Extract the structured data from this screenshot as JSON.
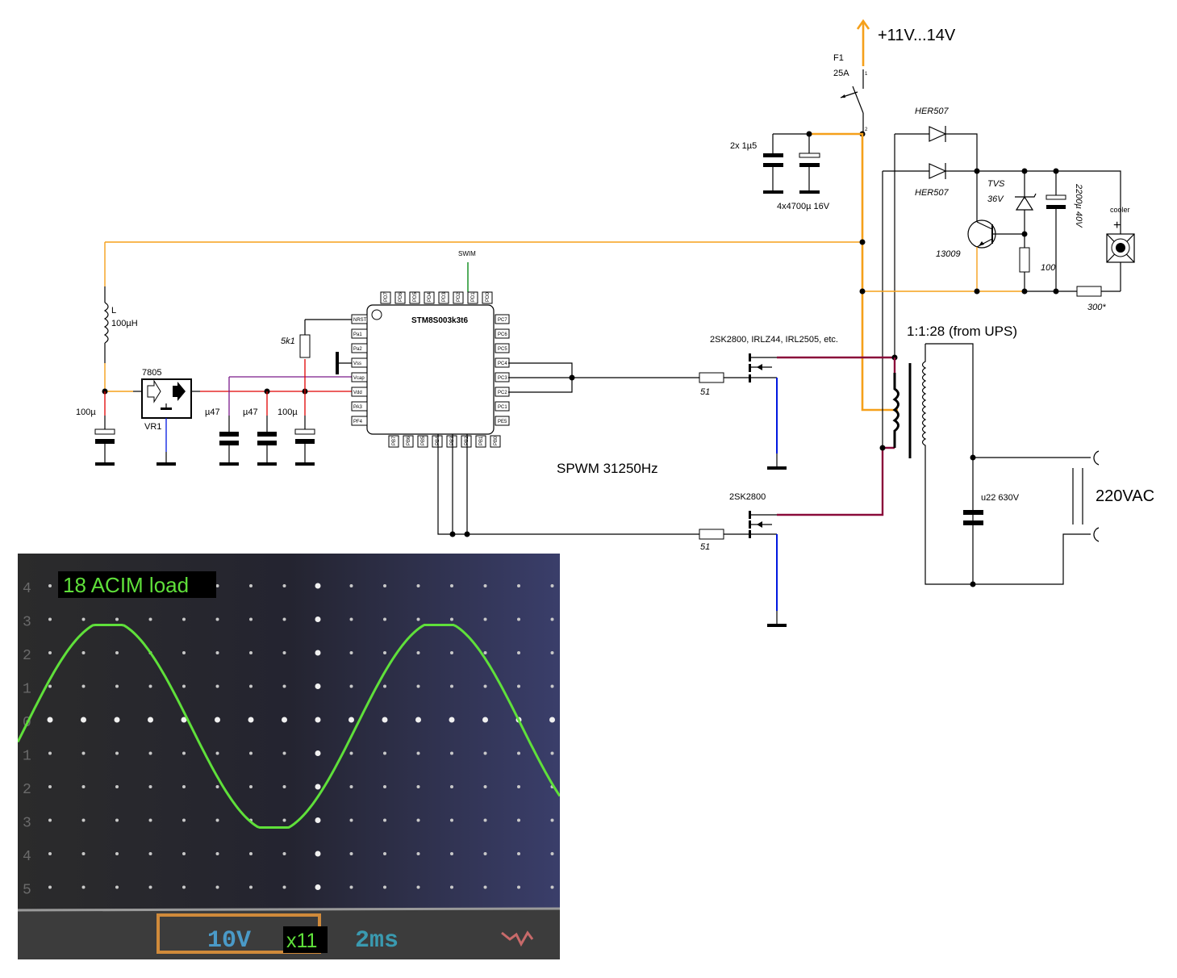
{
  "power": {
    "supply_label": "+11V...14V",
    "fuse_name": "F1",
    "fuse_rating": "25A",
    "fuse_pin1": "1",
    "fuse_pin2": "2",
    "input_caps_film": "2x 1µ5",
    "input_caps_elec": "4x4700µ 16V"
  },
  "snubber": {
    "diode_top": "HER507",
    "diode_bottom": "HER507",
    "tvs_label": "TVS",
    "tvs_voltage": "36V",
    "transistor": "13009",
    "resistor_base": "100",
    "cap": "2200µ 40V",
    "fan_label": "cooler",
    "fan_plus": "+",
    "resistor_fan": "300*"
  },
  "regulator": {
    "inductor_name": "L",
    "inductor_value": "100µH",
    "input_cap": "100µ",
    "reg_part": "7805",
    "reg_name": "VR1",
    "cap1": "µ47",
    "cap2": "µ47",
    "cap3": "100µ",
    "reset_resistor": "5k1"
  },
  "mcu": {
    "name": "STM8S003k3t6",
    "swim_label": "SWIM",
    "top_pins": [
      "PD7",
      "PD6",
      "PD5",
      "PD4",
      "PD3",
      "PD2",
      "PD1",
      "PD0"
    ],
    "left_pins": [
      "NRST",
      "Pa1",
      "Pa2",
      "Vss",
      "Vcap",
      "Vdd",
      "PA3",
      "PF4"
    ],
    "right_pins": [
      "PC7",
      "PC6",
      "PC5",
      "PC4",
      "PC3",
      "PC2",
      "PC1",
      "PE5"
    ],
    "bottom_pins": [
      "PB7",
      "PB6",
      "PB5",
      "PB4",
      "PB3",
      "PB2",
      "PB1",
      "PB0"
    ]
  },
  "drivers": {
    "mosfet_top": "2SK2800, IRLZ44, IRL2505, etc.",
    "mosfet_bottom": "2SK2800",
    "gate_res_top": "51",
    "gate_res_bottom": "51",
    "pwm_label": "SPWM 31250Hz"
  },
  "output": {
    "transformer": "1:1:28 (from UPS)",
    "filter_cap": "u22 630V",
    "ac_label": "220VAC"
  },
  "scope": {
    "title": "18 ACIM load",
    "volts_div": "10V",
    "probe": "x11",
    "timebase": "2ms",
    "y_labels": [
      "4",
      "3",
      "2",
      "1",
      "0",
      "1",
      "2",
      "3",
      "4",
      "5"
    ],
    "colors": {
      "trace": "#5fe03a",
      "label_bg": "#000000",
      "readout": "#4a9ac8",
      "frame": "#d08a3a"
    }
  }
}
